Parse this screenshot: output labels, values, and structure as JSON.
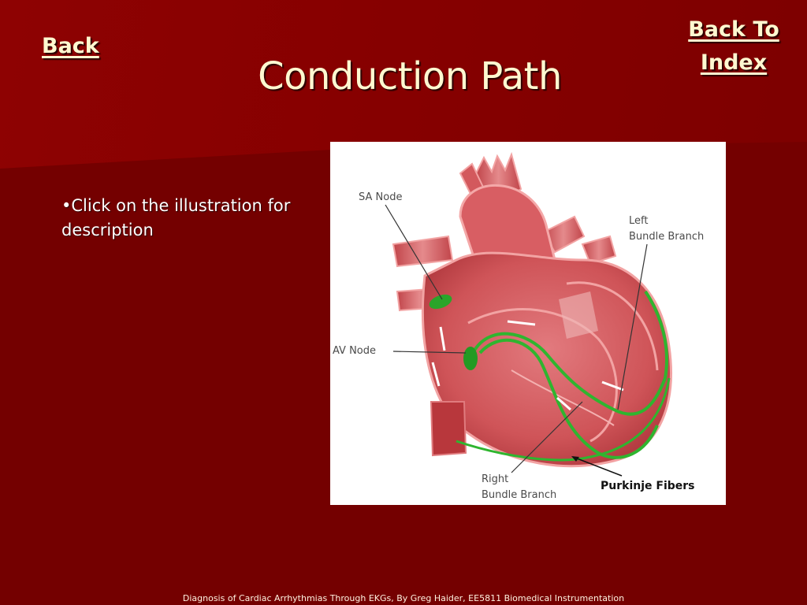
{
  "slide": {
    "title": "Conduction Path",
    "nav": {
      "back_label": "Back",
      "back_to_index_line1": "Back To",
      "back_to_index_line2": "Index"
    },
    "bullet_text": "•Click on the illustration for description",
    "footer": "Diagnosis of Cardiac Arrhythmias Through EKGs,  By Greg Haider, EE5811 Biomedical Instrumentation",
    "colors": {
      "background": "#740000",
      "background_upper": "#8a0000",
      "title_text": "#fff8d0",
      "body_text": "#ffffff",
      "conduction_green": "#2fb52f",
      "heart_tissue": "#d9646a"
    }
  },
  "illustration": {
    "labels": {
      "sa_node": "SA Node",
      "av_node": "AV Node",
      "left_bundle_line1": "Left",
      "left_bundle_line2": "Bundle Branch",
      "right_bundle_line1": "Right",
      "right_bundle_line2": "Bundle Branch",
      "purkinje": "Purkinje Fibers"
    }
  }
}
